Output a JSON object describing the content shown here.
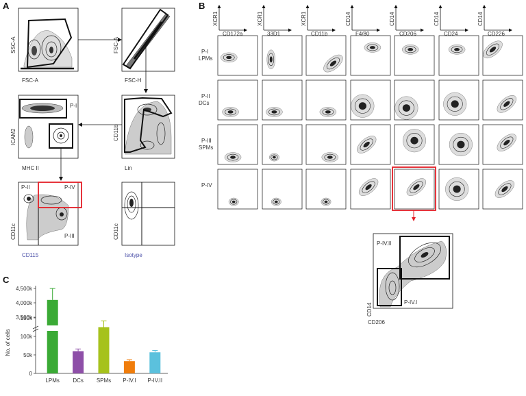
{
  "panels": {
    "A": {
      "letter": "A",
      "gates": [
        {
          "x_label": "FSC-A",
          "y_label": "SSC-A"
        },
        {
          "x_label": "FSC-H",
          "y_label": "FSC-A"
        },
        {
          "x_label": "MHC II",
          "y_label": "ICAM2",
          "gates": [
            "P-I"
          ]
        },
        {
          "x_label": "Lin",
          "y_label": "CD11b"
        },
        {
          "x_label": "CD115",
          "y_label": "CD11c",
          "gates": [
            "P-II",
            "P-IV",
            "P-III"
          ]
        },
        {
          "x_label": "Isotype",
          "y_label": "CD11c"
        }
      ]
    },
    "B": {
      "letter": "B",
      "columns": [
        {
          "x": "CD172a",
          "y": "XCR1"
        },
        {
          "x": "33D1",
          "y": "XCR1"
        },
        {
          "x": "CD11b",
          "y": "XCR1"
        },
        {
          "x": "F4/80",
          "y": "CD14"
        },
        {
          "x": "CD206",
          "y": "CD14"
        },
        {
          "x": "CD24",
          "y": "CD14"
        },
        {
          "x": "CD226",
          "y": "CD14"
        }
      ],
      "rows": [
        {
          "line1": "P-I",
          "line2": "LPMs"
        },
        {
          "line1": "P-II",
          "line2": "DCs"
        },
        {
          "line1": "P-III",
          "line2": "SPMs"
        },
        {
          "line1": "P-IV",
          "line2": ""
        }
      ],
      "zoom": {
        "x_label": "CD206",
        "y_label": "CD14",
        "gates": [
          "P-IV.II",
          "P-IV.I"
        ]
      }
    },
    "C": {
      "letter": "C"
    }
  },
  "chart_data": {
    "type": "bar",
    "ylabel": "No. of cells",
    "categories": [
      "LPMs",
      "DCs",
      "SPMs",
      "P-IV.I",
      "P-IV.II"
    ],
    "values": [
      4100000,
      60000,
      125000,
      33000,
      57000
    ],
    "errors": [
      400000,
      6000,
      17000,
      4000,
      5000
    ],
    "colors": [
      "#3aaa35",
      "#8e4fa8",
      "#a6c21b",
      "#f07d0b",
      "#5bc1dd"
    ],
    "axis_break": true,
    "lower_ticks": [
      "0",
      "50k",
      "100k",
      "150k"
    ],
    "upper_ticks": [
      "3,500k",
      "4,000k",
      "4,500k"
    ]
  }
}
